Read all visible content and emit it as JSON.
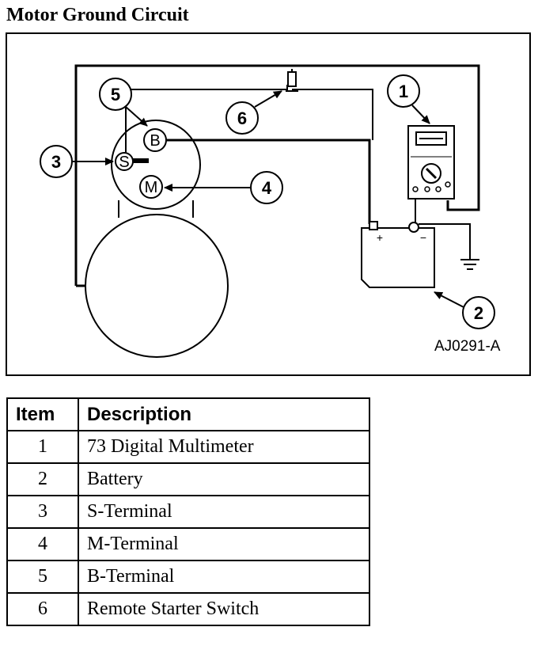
{
  "title": "Motor Ground Circuit",
  "figure": {
    "code": "AJ0291-A",
    "callouts": [
      "1",
      "2",
      "3",
      "4",
      "5",
      "6"
    ],
    "terminals": {
      "b": "B",
      "s": "S",
      "m": "M"
    },
    "battery_signs": {
      "positive": "+",
      "negative": "−"
    }
  },
  "table": {
    "headers": {
      "item": "Item",
      "description": "Description"
    },
    "rows": [
      {
        "item": "1",
        "description": "73 Digital Multimeter"
      },
      {
        "item": "2",
        "description": "Battery"
      },
      {
        "item": "3",
        "description": "S-Terminal"
      },
      {
        "item": "4",
        "description": "M-Terminal"
      },
      {
        "item": "5",
        "description": "B-Terminal"
      },
      {
        "item": "6",
        "description": "Remote Starter Switch"
      }
    ]
  }
}
